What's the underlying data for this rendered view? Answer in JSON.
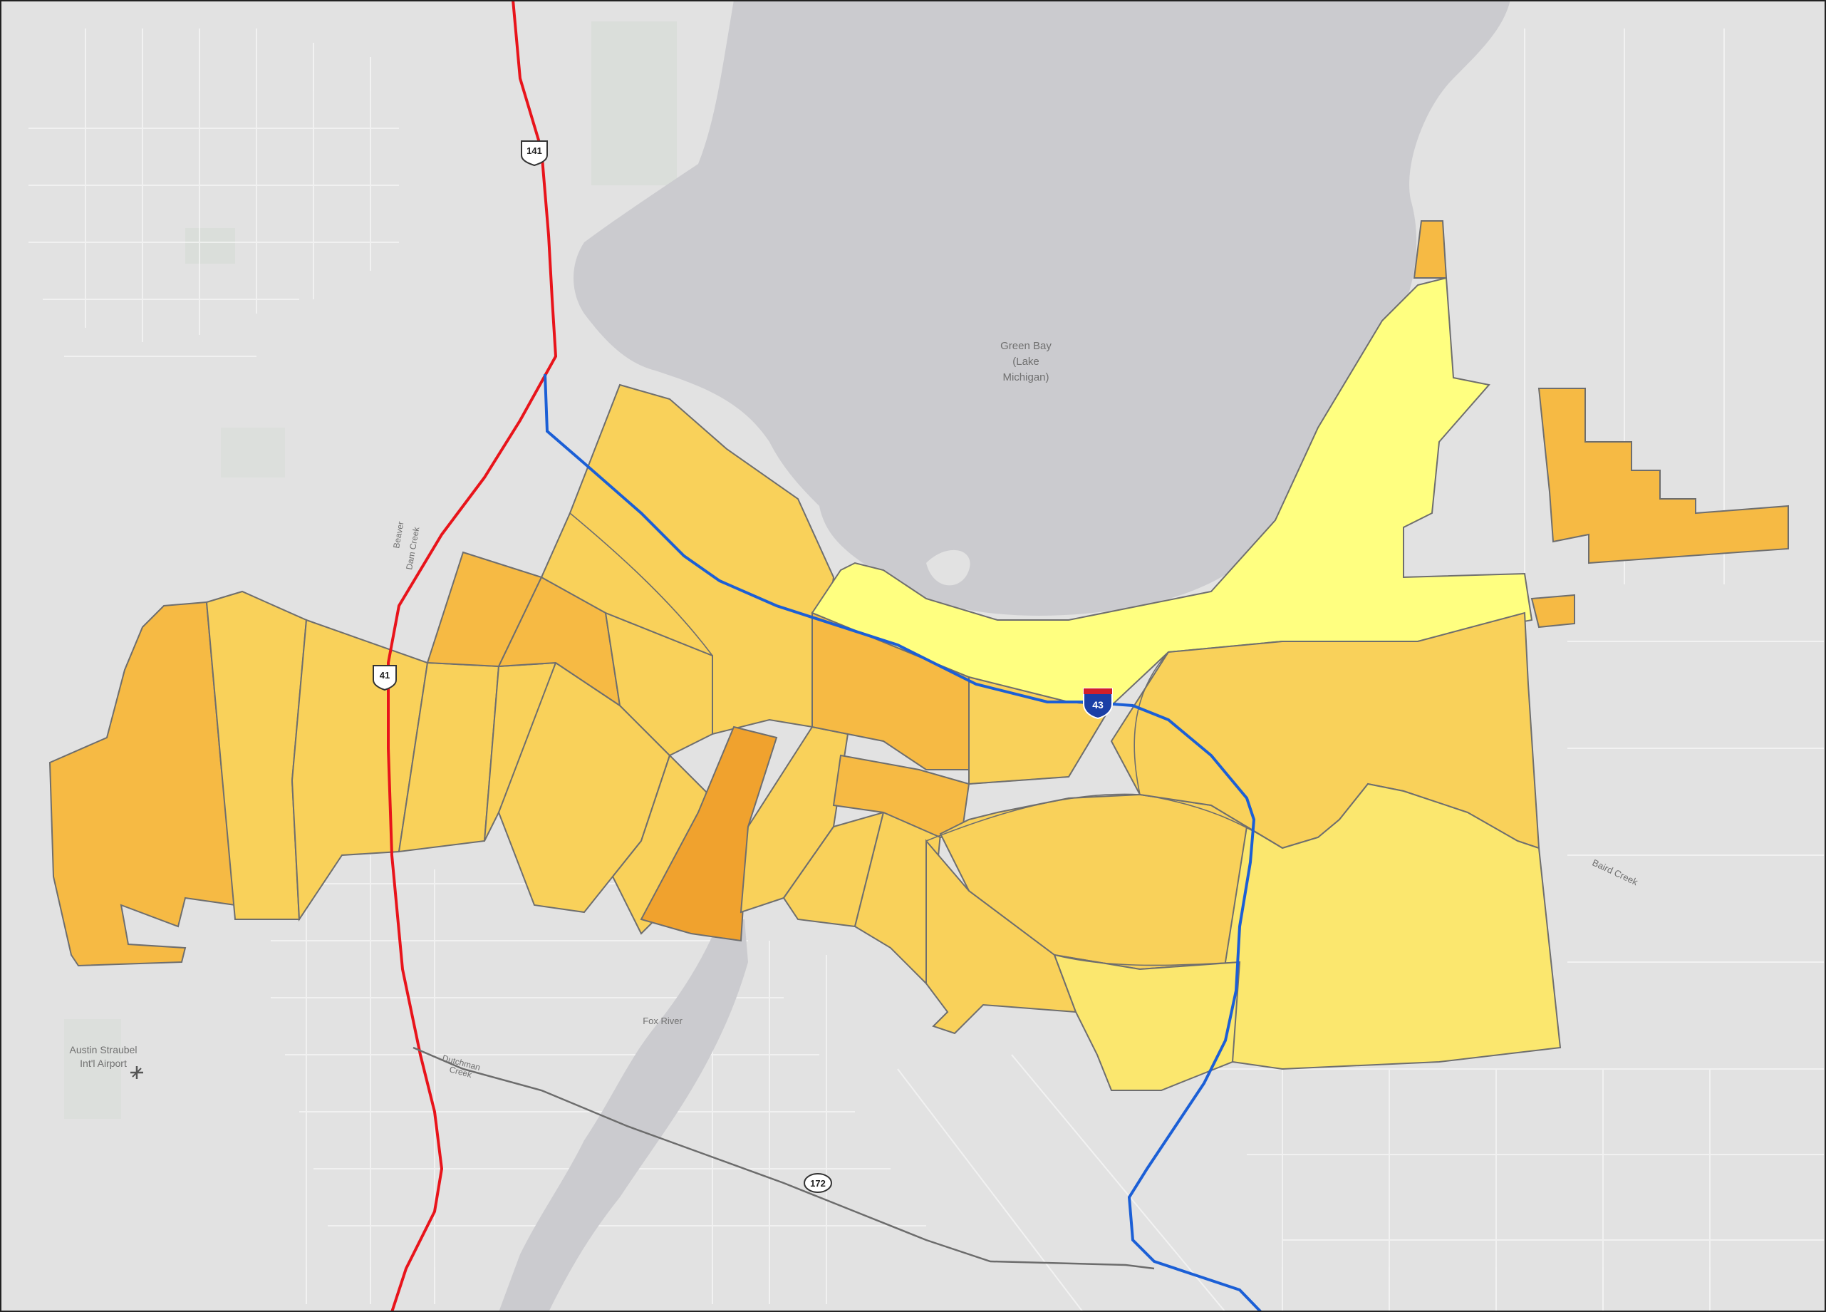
{
  "map": {
    "colors": {
      "background": "#e2e2e2",
      "water": "#cbcbcf",
      "park": "#d6dcd6",
      "zone_outline": "#6e6e6e",
      "us_highway": "#e8141b",
      "interstate": "#1b5fd6",
      "state_highway": "#6c6c6c",
      "class_1": "#ffff80",
      "class_2": "#fbe76e",
      "class_3": "#f9d15a",
      "class_4": "#f6ba44",
      "class_5": "#f0a22e"
    },
    "water_label": [
      "Green Bay",
      "(Lake",
      "Michigan)"
    ],
    "place_labels": {
      "airport_line1": "Austin Straubel",
      "airport_line2": "Int'l Airport",
      "fox_river": "Fox River",
      "baird_creek": "Baird Creek",
      "beaver_dam_creek_1": "Beaver",
      "beaver_dam_creek_2": "Dam Creek",
      "dutchman_creek_1": "Dutchman",
      "dutchman_creek_2": "Creek"
    },
    "route_shields": {
      "us_141": "141",
      "us_41": "41",
      "i_43": "43",
      "wi_172": "172"
    },
    "icons": [
      "airport-icon"
    ]
  }
}
